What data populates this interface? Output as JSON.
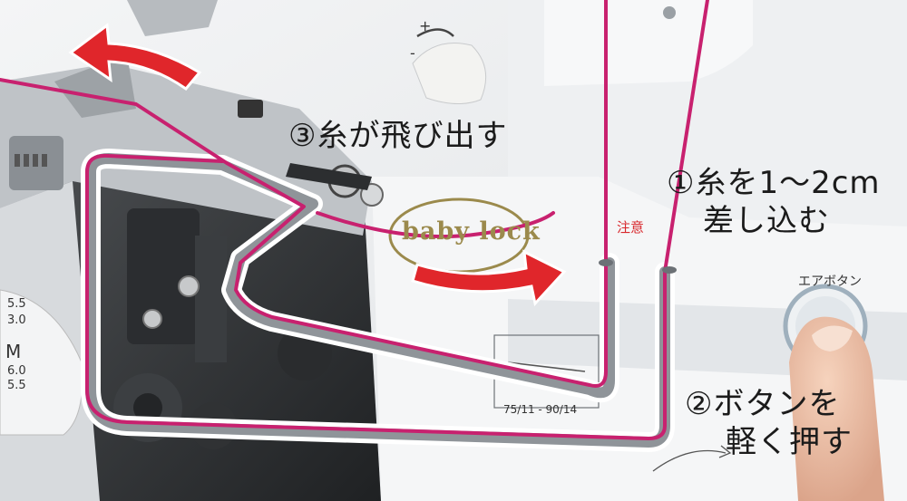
{
  "callouts": {
    "step3": "③糸が飛び出す",
    "step1_line1": "①糸を1～2cm",
    "step1_line2": "差し込む",
    "step2_line1": "②ボタンを",
    "step2_line2": "軽く押す"
  },
  "machine": {
    "brand": "baby lock",
    "air_button_label": "エアボタン",
    "caution_label": "注意",
    "needle_size_text": "75/11 - 90/14",
    "dial_values": [
      "5.5",
      "3.0",
      "M",
      "6.0",
      "5.5"
    ]
  },
  "colors": {
    "thread": "#c8216f",
    "arrow": "#e0262b",
    "tube": "#8f9499"
  }
}
